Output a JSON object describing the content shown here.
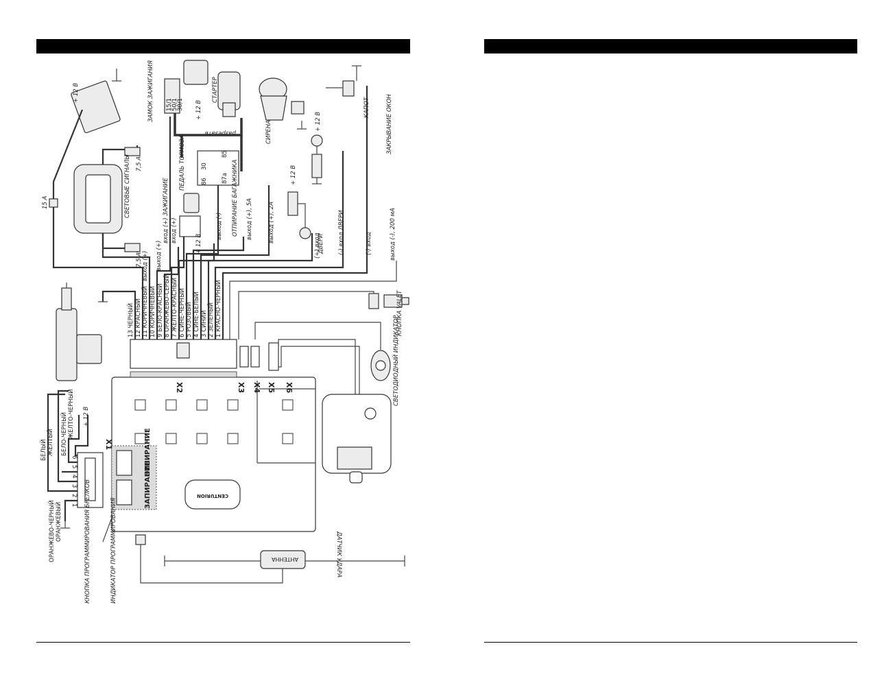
{
  "left_page": {
    "connector_x1": "X1",
    "connectors": [
      "X2",
      "X3",
      "X4",
      "X5",
      "X6"
    ],
    "relay_lock_label": "ЗАПИРАНИЕ",
    "relay_unlock_label": "ОТПИРАНИЕ",
    "brand": "CENTURION",
    "x1_pins": [
      "1",
      "2",
      "3",
      "4",
      "5",
      "6"
    ],
    "x1_wires": {
      "orange_black": "ОРАНЖЕВО-ЧЕРНЫЙ",
      "orange": "ОРАНЖЕВЫЙ",
      "white": "БЕЛЫЙ",
      "yellow": "ЖЕЛТЫЙ",
      "white_black": "БЕЛО-ЧЕРНЫЙ",
      "yellow_black": "ЖЕЛТО-ЧЕРНЫЙ",
      "plus12": "+ 12 В"
    },
    "x2_wires": [
      "13 ЧЕРНЫЙ",
      "12 КРАСНЫЙ",
      "11 КОРИЧНЕВЫЙ",
      "10 КОРИЧНЕВЫЙ",
      "9 БЕЛО-КРАСНЫЙ",
      "8 ОРАНЖЕВО-СЕРЫЙ",
      "7 ЖЕЛТО-КРАСНЫЙ",
      "6 СИНЕ-ЧЕРНЫЙ",
      "5 РОЗОВЫЙ",
      "4 СИНЕ-БЕЛЫЙ",
      "3 СИНИЙ",
      "2 ЗЕЛЕНЫЙ",
      "1 КРАСНО-ЧЕРНЫЙ"
    ],
    "wire_functions": [
      "выход (+)",
      "выход (+)",
      "вход (+) ЗАЖИГАНИЕ",
      "вход (+)",
      "выход (-)",
      "выход (+), 5А",
      "выход (+), 2А",
      "(+) вход",
      "(-) вход  ДВЕРИ",
      "(-) вход",
      "выход (-), 200 мА"
    ],
    "fuses": [
      "15 А",
      "7,5 А",
      "7,5 А"
    ],
    "components": {
      "battery_plus": "+ 12 В",
      "lights": "СВЕТОВЫЕ СИГНАЛЫ",
      "ignition": "ЗАМОК ЗАЖИГАНИЯ",
      "ignition_pins": [
        "15/1",
        "50/1",
        "30/1"
      ],
      "ignition_plus": "+ 12 В",
      "starter": "СТАРТЕР",
      "break": "разрезать",
      "relay_pins": [
        "30",
        "85",
        "86",
        "87а"
      ],
      "brake_pedal": "ПЕДАЛЬ ТОРМОЗА",
      "brake_plus": "+ 12 В",
      "trunk": "ОТПИРАНИЕ БАГАЖНИКА",
      "siren": "СИРЕНА",
      "doors": "ДВЕРИ",
      "door_plus": "+ 12 В",
      "lamp_plus": "+ 12 В",
      "hood": "КАПОТ",
      "windows": "ЗАКРЫВАНИЕ ОКОН",
      "valet": "КНОПКА VALET",
      "led": "СВЕТОДИОДНЫЙ ИНДИКАТОР",
      "shock": "ДАТЧИК УДАРА",
      "antenna": "АНТЕННА",
      "prog_button": "КНОПКА ПРОГРАММИРОВАНИЯ БРЕЛКОВ",
      "prog_led": "ИНДИКАТОР ПРОГРАММИРОВАНИЯ"
    }
  },
  "right_page": {}
}
